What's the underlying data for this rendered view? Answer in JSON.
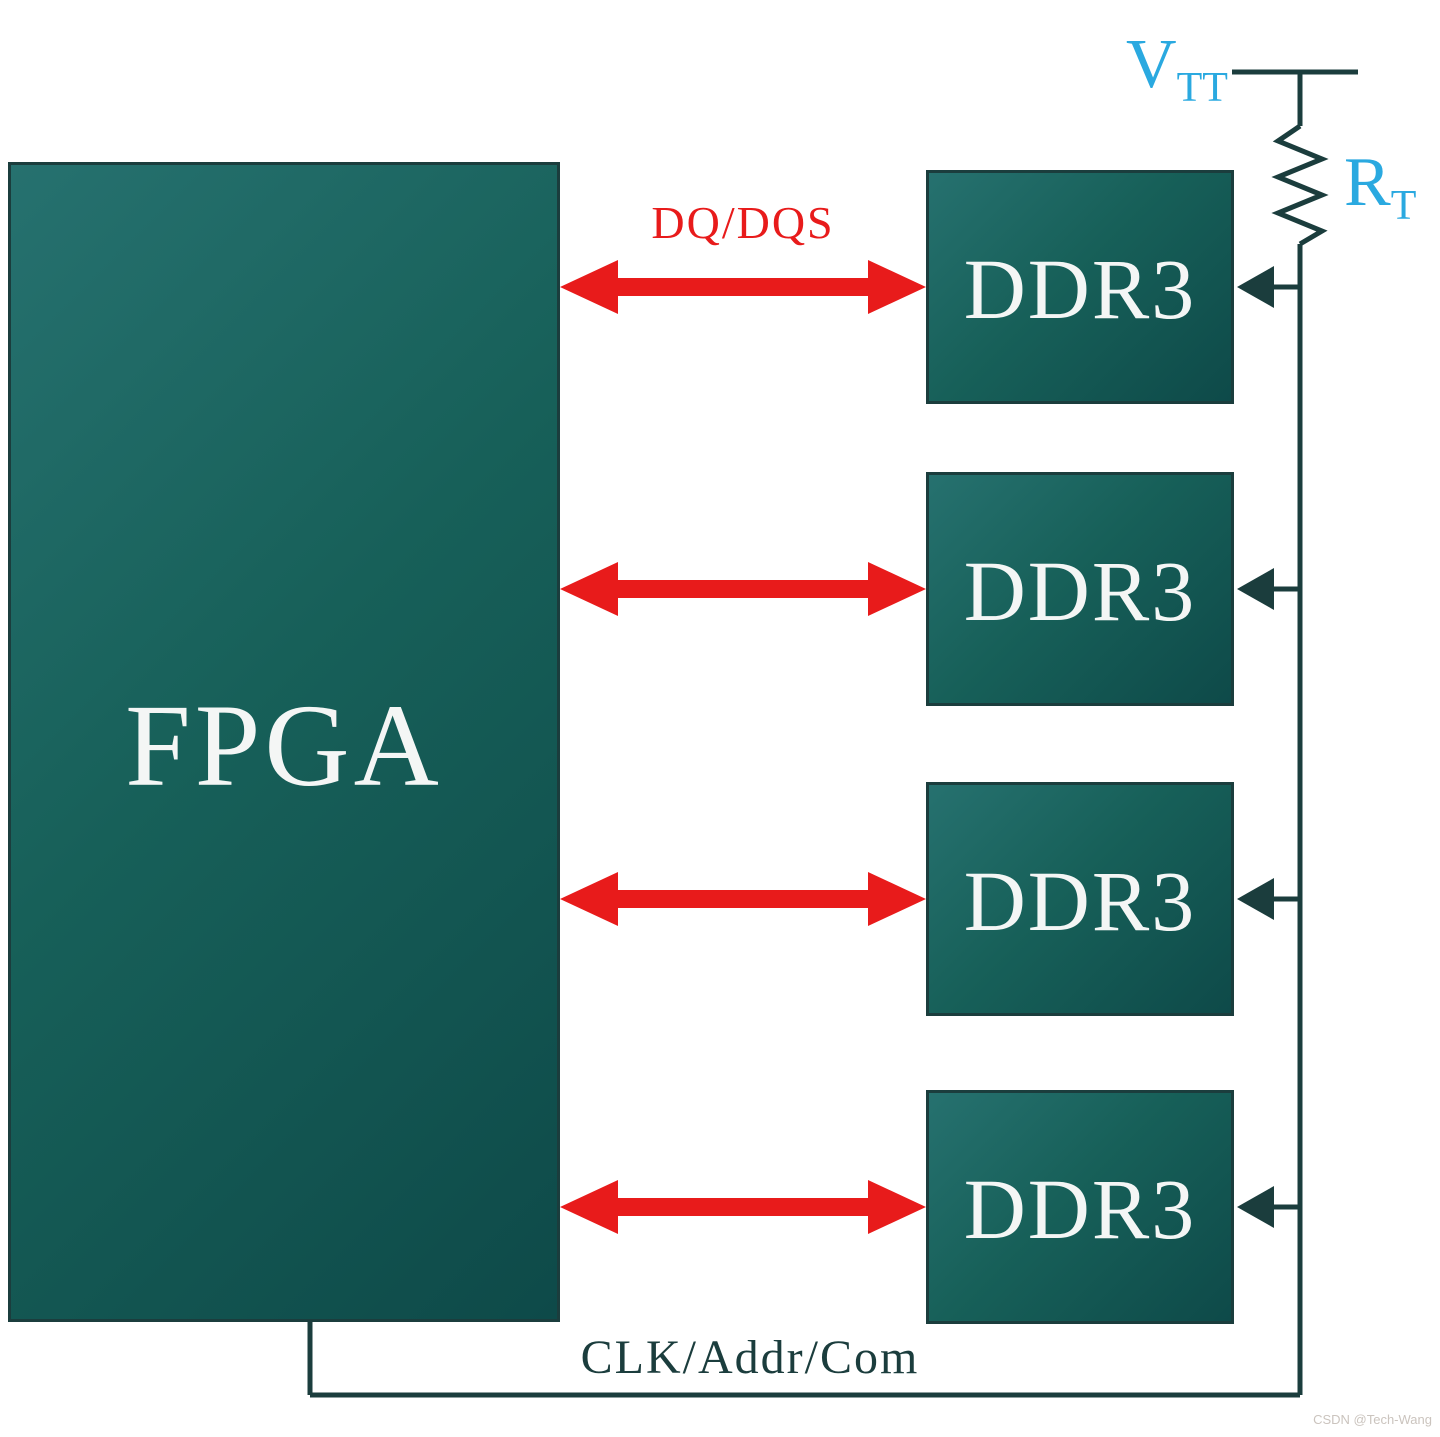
{
  "diagram": {
    "fpga": {
      "label": "FPGA"
    },
    "ddr3_chips": [
      {
        "label": "DDR3"
      },
      {
        "label": "DDR3"
      },
      {
        "label": "DDR3"
      },
      {
        "label": "DDR3"
      }
    ],
    "labels": {
      "data_bus": "DQ/DQS",
      "address_bus": "CLK/Addr/Com",
      "termination_voltage_main": "V",
      "termination_voltage_sub": "TT",
      "termination_resistor_main": "R",
      "termination_resistor_sub": "T"
    },
    "watermark": "CSDN @Tech-Wang",
    "colors": {
      "block_teal_light": "#26716f",
      "block_teal_dark": "#0e4a49",
      "outline": "#1b3d3d",
      "arrow_red": "#e81b1b",
      "label_cyan": "#2aa9e0",
      "text_white": "#f4f6f5"
    }
  }
}
